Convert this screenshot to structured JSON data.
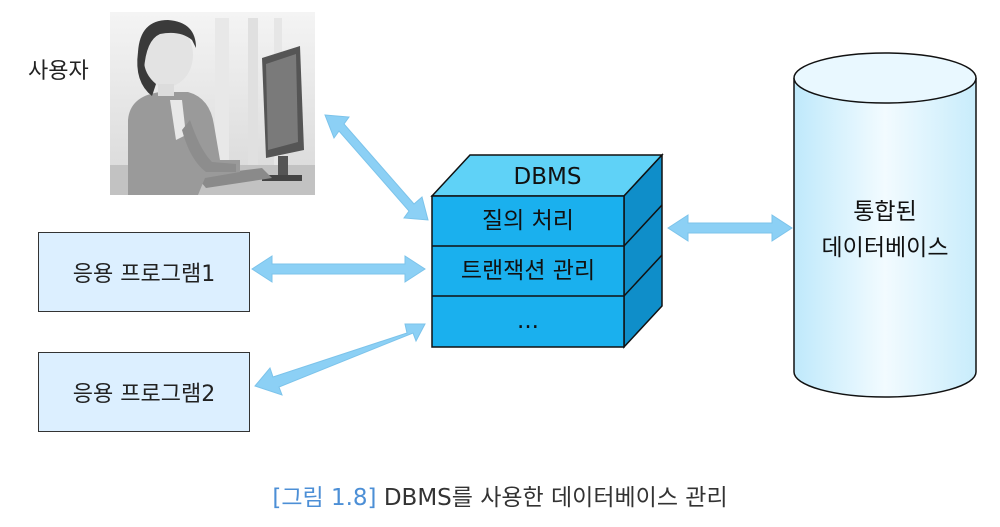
{
  "user_label": "사용자",
  "apps": [
    "응용 프로그램1",
    "응용 프로그램2"
  ],
  "dbms": {
    "title": "DBMS",
    "layers": [
      "질의 처리",
      "트랜잭션 관리",
      "..."
    ]
  },
  "database": {
    "label_line1": "통합된",
    "label_line2": "데이터베이스"
  },
  "caption": {
    "figure": "[그림 1.8]",
    "text": "DBMS를 사용한 데이터베이스 관리"
  },
  "colors": {
    "cube_front": "#1ab0ee",
    "cube_top": "#5fd2f7",
    "cube_side": "#0f8ec9",
    "app_fill": "#dcefff",
    "db_fill": "#e2f6ff",
    "arrow": "#8cd0f5",
    "caption_accent": "#4c8fd6"
  }
}
